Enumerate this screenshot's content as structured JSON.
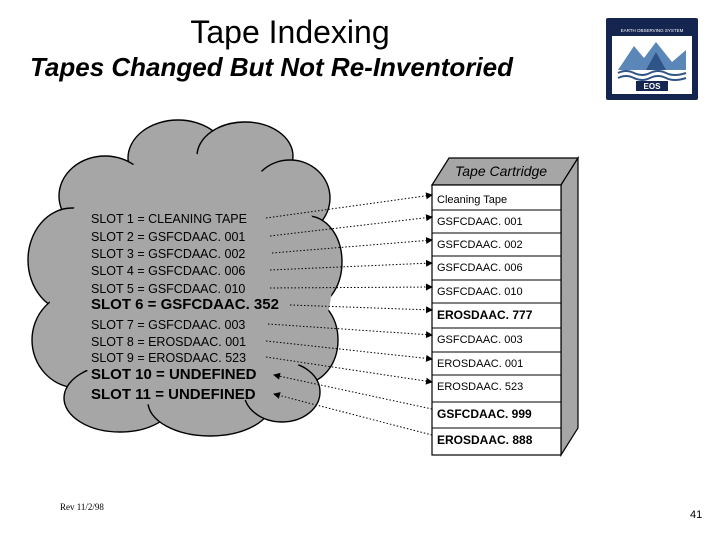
{
  "header": {
    "title": "Tape Indexing",
    "subtitle": "Tapes Changed But Not Re-Inventoried"
  },
  "logo": {
    "top_text": "EARTH OBSERVING SYSTEM",
    "badge_text": "EOS"
  },
  "cloud": {
    "slots": [
      {
        "label": "SLOT 1 = CLEANING TAPE",
        "emphasis": false
      },
      {
        "label": "SLOT 2 = GSFCDAAC. 001",
        "emphasis": false
      },
      {
        "label": "SLOT 3 = GSFCDAAC. 002",
        "emphasis": false
      },
      {
        "label": "SLOT 4 = GSFCDAAC. 006",
        "emphasis": false
      },
      {
        "label": "SLOT 5 = GSFCDAAC. 010",
        "emphasis": false
      },
      {
        "label": "SLOT 6 = GSFCDAAC. 352",
        "emphasis": true
      },
      {
        "label": "SLOT 7 = GSFCDAAC. 003",
        "emphasis": false
      },
      {
        "label": "SLOT 8 = EROSDAAC. 001",
        "emphasis": false
      },
      {
        "label": "SLOT 9 = EROSDAAC. 523",
        "emphasis": false
      },
      {
        "label": "SLOT 10 = UNDEFINED",
        "emphasis": true
      },
      {
        "label": "SLOT 11 = UNDEFINED",
        "emphasis": true
      }
    ]
  },
  "cartridge": {
    "label": "Tape Cartridge",
    "cells": [
      {
        "label": "Cleaning Tape",
        "emphasis": false
      },
      {
        "label": "GSFCDAAC. 001",
        "emphasis": false
      },
      {
        "label": "GSFCDAAC. 002",
        "emphasis": false
      },
      {
        "label": "GSFCDAAC. 006",
        "emphasis": false
      },
      {
        "label": "GSFCDAAC. 010",
        "emphasis": false
      },
      {
        "label": "EROSDAAC. 777",
        "emphasis": true
      },
      {
        "label": "GSFCDAAC. 003",
        "emphasis": false
      },
      {
        "label": "EROSDAAC. 001",
        "emphasis": false
      },
      {
        "label": "EROSDAAC. 523",
        "emphasis": false
      },
      {
        "label": "GSFCDAAC. 999",
        "emphasis": true
      },
      {
        "label": "EROSDAAC. 888",
        "emphasis": true
      }
    ]
  },
  "footer": {
    "revision": "Rev 11/2/98",
    "page_number": "41"
  }
}
